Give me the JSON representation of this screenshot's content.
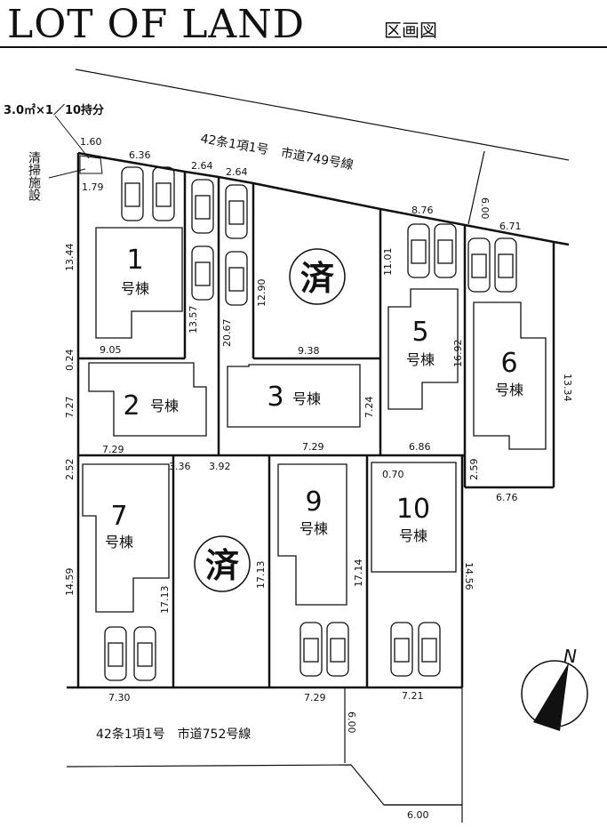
{
  "title": "LOT OF LAND",
  "subtitle": "区画図",
  "shared_note": "3.0㎡×1／10持分",
  "cleaning_facility": "清掃施設",
  "roads": {
    "north": "42条1項1号　市道749号線",
    "south": "42条1項1号　市道752号線",
    "north_width": "6.00",
    "south_width": "6.00",
    "south_width_2": "6.00"
  },
  "lots": [
    {
      "num": "1",
      "label": "号棟"
    },
    {
      "num": "2",
      "label": "号棟"
    },
    {
      "num": "3",
      "label": "号棟"
    },
    {
      "num": "5",
      "label": "号棟"
    },
    {
      "num": "6",
      "label": "号棟"
    },
    {
      "num": "7",
      "label": "号棟"
    },
    {
      "num": "9",
      "label": "号棟"
    },
    {
      "num": "10",
      "label": "号棟"
    }
  ],
  "sold_mark": "済",
  "dimensions": {
    "d160": "1.60",
    "d179": "1.79",
    "d636": "6.36",
    "d264a": "2.64",
    "d264b": "2.64",
    "d1344": "13.44",
    "d1357": "13.57",
    "d2067": "20.67",
    "d1290": "12.90",
    "d905": "9.05",
    "d024": "0.24",
    "d727": "7.27",
    "d729a": "7.29",
    "d938": "9.38",
    "d724": "7.24",
    "d729b": "7.29",
    "d876": "8.76",
    "d1101": "11.01",
    "d1692": "16.92",
    "d671": "6.71",
    "d1334": "13.34",
    "d686": "6.86",
    "d259": "2.59",
    "d676": "6.76",
    "d252": "2.52",
    "d336": "3.36",
    "d392": "3.92",
    "d070": "0.70",
    "d1459": "14.59",
    "d1713a": "17.13",
    "d1713b": "17.13",
    "d1714": "17.14",
    "d1456": "14.56",
    "d730": "7.30",
    "d729c": "7.29",
    "d721": "7.21"
  },
  "compass": {
    "label": "N",
    "icon": "north-arrow-icon"
  }
}
